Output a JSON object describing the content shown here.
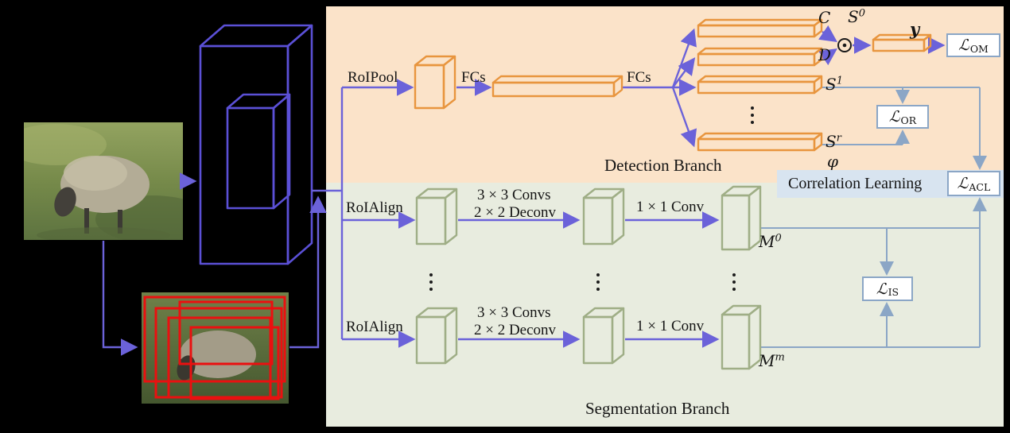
{
  "colors": {
    "bg": "#000000",
    "panel-detection": "#fbe3c9",
    "panel-segmentation": "#e8ecdf",
    "panel-correlation": "#d8e4f0",
    "arrow-purple": "#6b62d9",
    "line-steel": "#8ba6c6",
    "shape-orange": "#e8953e",
    "shape-green": "#9fae86",
    "backbone-blue": "#5b50d6",
    "proposal-red": "#ea1010"
  },
  "detection_branch": {
    "title": "Detection Branch",
    "roipool_label": "RoIPool",
    "fcs_label_1": "FCs",
    "fcs_label_2": "FCs",
    "c_label": "C",
    "d_label": "D",
    "s0": {
      "base": "S",
      "sup": "0"
    },
    "s1": {
      "base": "S",
      "sup": "1"
    },
    "sr": {
      "base": "S",
      "sup": "r"
    },
    "phi_label": "φ",
    "y_label": "y"
  },
  "segmentation_branch": {
    "title": "Segmentation Branch",
    "roialign_label_top": "RoIAlign",
    "roialign_label_bottom": "RoIAlign",
    "convs_label_line1": "3 × 3 Convs",
    "convs_label_line2": "2 × 2 Deconv",
    "conv1x1_label": "1 × 1 Conv",
    "m0": {
      "base": "M",
      "sup": "0"
    },
    "mm": {
      "base": "M",
      "sup": "m"
    }
  },
  "correlation": {
    "title": "Correlation Learning"
  },
  "losses": {
    "om": {
      "symbol": "ℒ",
      "sub": "OM"
    },
    "or": {
      "symbol": "ℒ",
      "sub": "OR"
    },
    "acl": {
      "symbol": "ℒ",
      "sub": "ACL"
    },
    "is": {
      "symbol": "ℒ",
      "sub": "IS"
    }
  },
  "icons": {
    "odot": "⊙",
    "vertical_ellipsis": "⋮"
  }
}
